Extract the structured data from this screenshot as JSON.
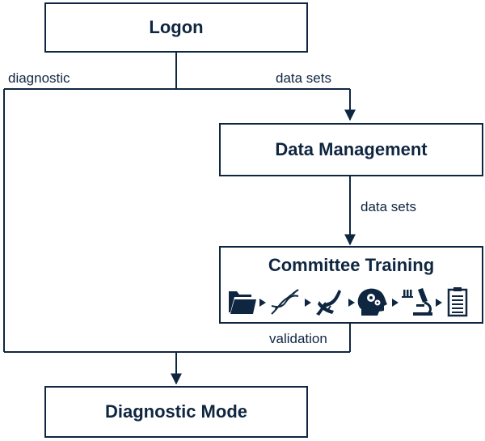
{
  "nodes": {
    "logon": "Logon",
    "data_management": "Data Management",
    "committee_training": "Committee Training",
    "diagnostic_mode": "Diagnostic Mode"
  },
  "edges": {
    "diagnostic": "diagnostic",
    "data_sets_1": "data sets",
    "data_sets_2": "data sets",
    "validation": "validation"
  },
  "pipeline_icons": [
    "folder-icon",
    "dna-icon",
    "dna-molecule-icon",
    "brain-gears-icon",
    "microscope-icon",
    "clipboard-icon"
  ],
  "colors": {
    "stroke": "#0f2640",
    "text": "#0f2640"
  }
}
